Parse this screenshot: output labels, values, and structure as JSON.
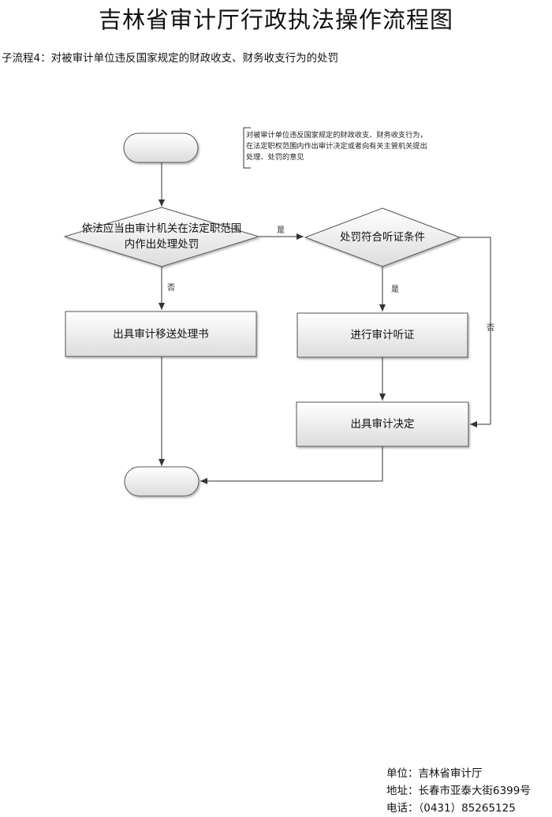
{
  "title": "吉林省审计厅行政执法操作流程图",
  "subtitle": "子流程4：对被审计单位违反国家规定的财政收支、财务收支行为的处罚",
  "note": "对被审计单位违反国家规定的财政收支、财务收支行为，在法定职权范围内作出审计决定或者向有关主管机关提出处理、处罚的意见",
  "flowchart": {
    "decision_1": "依法应当由审计机关在法定职范围内作出处理处罚",
    "decision_2": "处罚符合听证条件",
    "process_transfer": "出具审计移送处理书",
    "process_hearing": "进行审计听证",
    "process_decision": "出具审计决定",
    "label_yes_1": "是",
    "label_no_1": "否",
    "label_yes_2": "是",
    "label_no_2": "否"
  },
  "footer": {
    "unit": "单位：吉林省审计厅",
    "address": "地址：长春市亚泰大街6399号",
    "phone": "电话：（0431）85265125"
  }
}
